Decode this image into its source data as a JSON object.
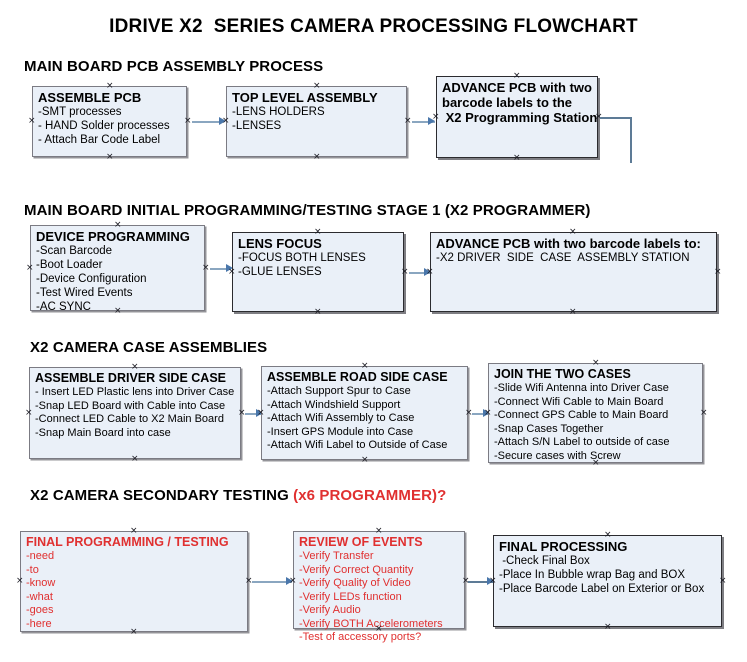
{
  "document": {
    "title": "IDRIVE X2  SERIES CAMERA PROCESSING FLOWCHART"
  },
  "sections": [
    {
      "id": "main-board-pcb-assembly",
      "header": "MAIN BOARD PCB ASSEMBLY PROCESS",
      "header_accent": "",
      "nodes": [
        {
          "id": "assemble-pcb",
          "title": "ASSEMBLE PCB",
          "lines": [
            "-SMT processes",
            "- HAND Solder processes",
            "- Attach Bar Code Label"
          ]
        },
        {
          "id": "top-level-assembly",
          "title": "TOP LEVEL ASSEMBLY",
          "lines": [
            "-LENS HOLDERS",
            "-LENSES"
          ]
        },
        {
          "id": "advance-pcb-x2-programming-station",
          "title": "ADVANCE PCB with two",
          "lines": [
            "barcode labels to the",
            " X2 Programming Station"
          ]
        }
      ]
    },
    {
      "id": "main-board-initial-programming",
      "header": "MAIN BOARD INITIAL PROGRAMMING/TESTING STAGE 1 (X2 PROGRAMMER)",
      "header_accent": "",
      "nodes": [
        {
          "id": "device-programming",
          "title": "DEVICE PROGRAMMING",
          "lines": [
            "-Scan Barcode",
            "-Boot Loader",
            "-Device Configuration",
            "-Test Wired Events",
            "-AC SYNC"
          ]
        },
        {
          "id": "lens-focus",
          "title": "LENS FOCUS",
          "lines": [
            "-FOCUS BOTH LENSES",
            "-GLUE LENSES"
          ]
        },
        {
          "id": "advance-pcb-driver-side-case",
          "title": "ADVANCE PCB with two barcode labels to:",
          "lines": [
            "-X2 DRIVER  SIDE  CASE  ASSEMBLY STATION"
          ]
        }
      ]
    },
    {
      "id": "x2-camera-case-assemblies",
      "header": "X2 CAMERA CASE ASSEMBLIES",
      "header_accent": "",
      "nodes": [
        {
          "id": "assemble-driver-side-case",
          "title": "ASSEMBLE DRIVER SIDE CASE",
          "lines": [
            "- Insert LED Plastic lens into Driver Case",
            "-Snap LED Board with Cable into Case",
            "-Connect LED Cable to X2 Main Board",
            "-Snap Main Board into case"
          ]
        },
        {
          "id": "assemble-road-side-case",
          "title": "ASSEMBLE ROAD SIDE CASE",
          "lines": [
            "-Attach Support Spur to Case",
            "-Attach Windshield Support",
            "-Attach Wifi Assembly to Case",
            "-Insert GPS Module into Case",
            "-Attach Wifi Label to Outside of Case"
          ]
        },
        {
          "id": "join-the-two-cases",
          "title": "JOIN THE TWO CASES",
          "lines": [
            "-Slide Wifi Antenna into Driver Case",
            "-Connect Wifi Cable to Main Board",
            "-Connect GPS Cable to Main Board",
            "-Snap Cases Together",
            "-Attach S/N Label to outside of case",
            "-Secure cases with Screw"
          ]
        }
      ]
    },
    {
      "id": "x2-camera-secondary-testing",
      "header": "X2 CAMERA SECONDARY TESTING ",
      "header_accent": "(x6 PROGRAMMER)?",
      "nodes": [
        {
          "id": "final-programming-testing",
          "title": "FINAL PROGRAMMING / TESTING",
          "lines": [
            "-need",
            "-to",
            "-know",
            "-what",
            "-goes",
            "-here"
          ]
        },
        {
          "id": "review-of-events",
          "title": "REVIEW OF EVENTS",
          "lines": [
            "-Verify Transfer",
            "-Verify Correct Quantity",
            "-Verify Quality of Video",
            "-Verify LEDs function",
            "-Verify Audio",
            "-Verify BOTH Accelerometers",
            "-Test of accessory ports?"
          ]
        },
        {
          "id": "final-processing",
          "title": "FINAL PROCESSING",
          "lines": [
            " -Check Final Box",
            "-Place In Bubble wrap Bag and BOX",
            "-Place Barcode Label on Exterior or Box"
          ]
        }
      ]
    }
  ],
  "icons": {
    "handle": "×",
    "arrow_color": "#4a77ab",
    "connector_color": "#8aa6c0"
  },
  "colors": {
    "node_fill": "#eaf0f8",
    "node_border": "#7b7b83",
    "node_border_heavy": "#2b2b2f",
    "accent_red": "#e03030",
    "text": "#000000"
  }
}
